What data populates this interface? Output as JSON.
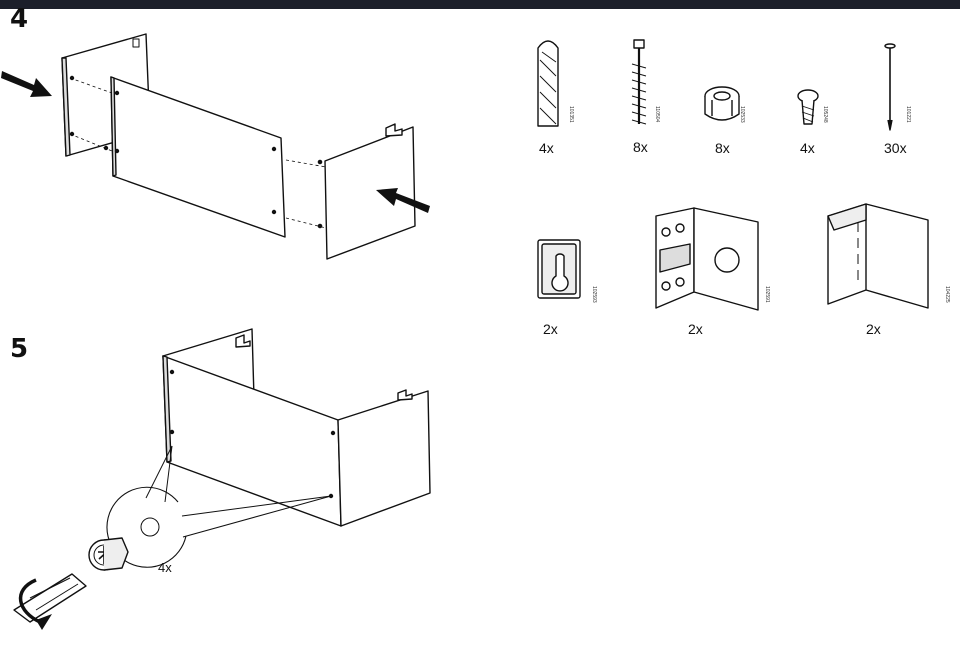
{
  "steps": {
    "step4": "4",
    "step5": "5"
  },
  "parts": [
    {
      "qty": "4x",
      "code": "101351"
    },
    {
      "qty": "8x",
      "code": "110504"
    },
    {
      "qty": "8x",
      "code": "102533"
    },
    {
      "qty": "4x",
      "code": "105248"
    },
    {
      "qty": "30x",
      "code": "101221"
    },
    {
      "qty": "2x",
      "code": "102593"
    },
    {
      "qty": "2x",
      "code": "102591"
    },
    {
      "qty": "2x",
      "code": "104225"
    }
  ],
  "step5_callout_qty": "4x",
  "colors": {
    "topbar": "#1c1f2a",
    "ink": "#111111",
    "background": "#ffffff"
  }
}
